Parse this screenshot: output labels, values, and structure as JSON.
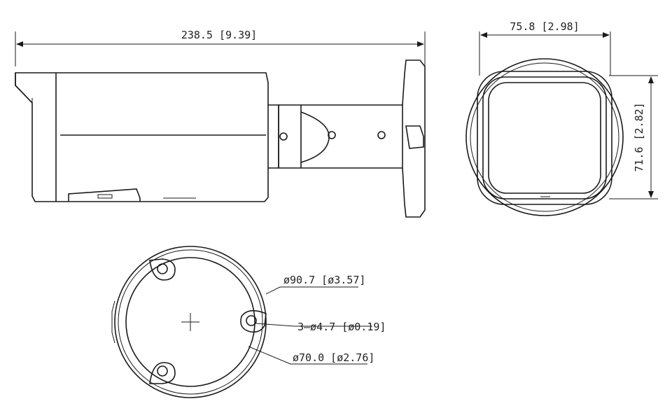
{
  "dimensions": {
    "side_length": "238.5 [9.39]",
    "front_width": "75.8 [2.98]",
    "front_height": "71.6 [2.82]",
    "base_outer_diameter": "ø90.7 [ø3.57]",
    "base_holes": "3–ø4.7 [ø0.19]",
    "base_inner_diameter": "ø70.0 [ø2.76]"
  },
  "colors": {
    "line": "#1a1a1a",
    "background": "#ffffff"
  }
}
